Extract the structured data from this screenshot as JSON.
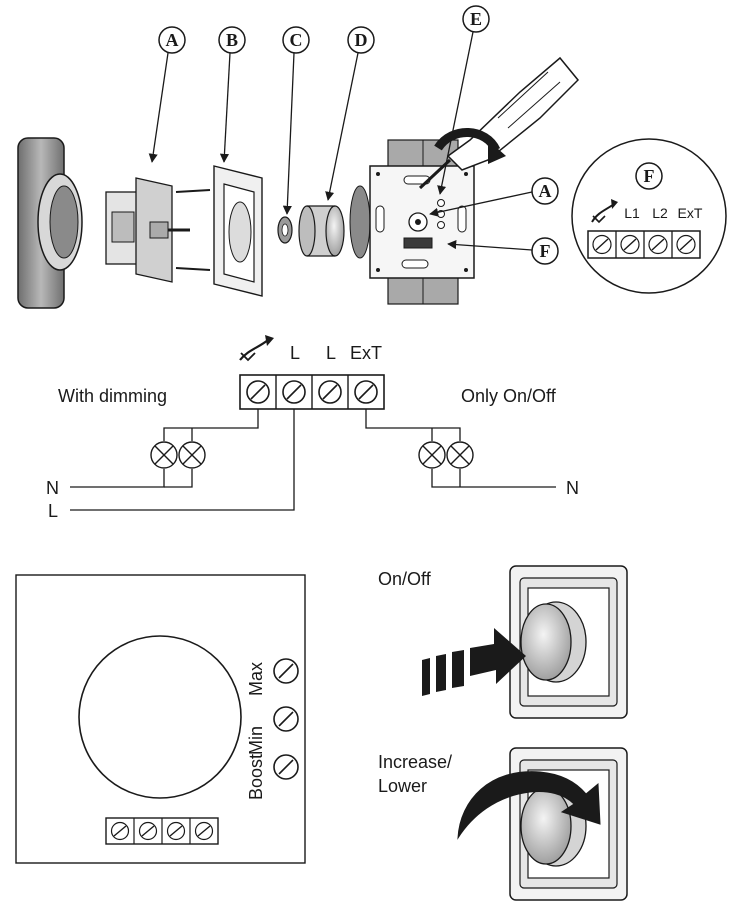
{
  "exploded_view": {
    "callouts": [
      "A",
      "B",
      "C",
      "D",
      "E"
    ],
    "front_callouts": [
      "A",
      "F"
    ],
    "inset": {
      "callout": "F",
      "terminals": [
        "L1",
        "L2",
        "ExT"
      ],
      "dim_icon": "dimmer-arrow-icon"
    }
  },
  "wiring": {
    "terminals": [
      "L",
      "L",
      "ExT"
    ],
    "left_title": "With dimming",
    "right_title": "Only On/Off",
    "neutral_left": "N",
    "live_left": "L",
    "neutral_right": "N",
    "lamp_icon": "lamp-cross-icon"
  },
  "back_view": {
    "pot_labels": [
      "Max",
      "Min",
      "Boost"
    ]
  },
  "operation": {
    "onoff_label": "On/Off",
    "adjust_label_line1": "Increase/",
    "adjust_label_line2": "Lower"
  }
}
